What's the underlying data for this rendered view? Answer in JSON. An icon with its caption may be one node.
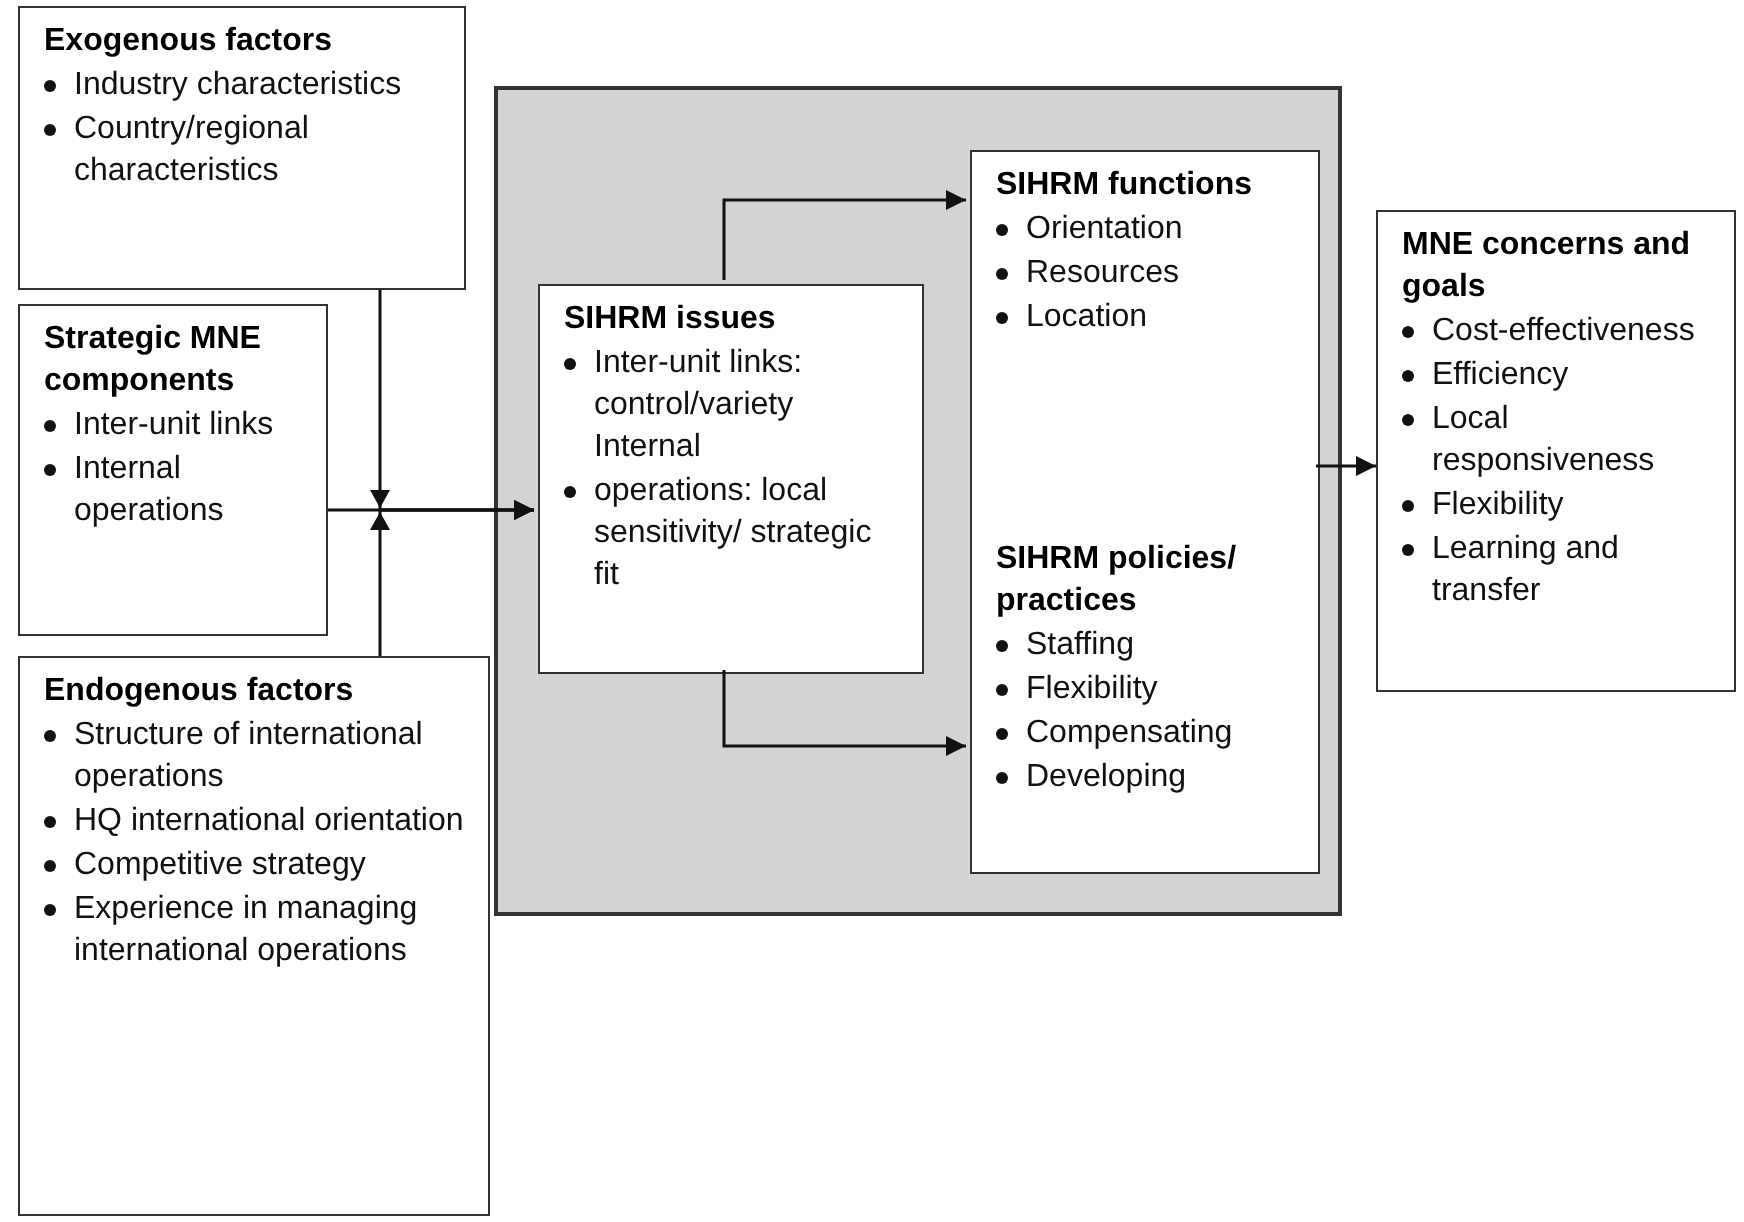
{
  "diagram": {
    "nodes": [
      {
        "text": [
          "Exogenous factors",
          "Industry characteristics",
          "Country/regional characteristics"
        ]
      },
      {
        "text": [
          "Strategic MNE components",
          "Inter-unit links",
          "Internal operations"
        ]
      },
      {
        "text": [
          "Endogenous factors",
          "Structure of international operations",
          "HQ international orientation",
          "Competitive strategy",
          "Experience in managing international operations"
        ]
      },
      {
        "text": [],
        "shape": "box"
      },
      {
        "text": [
          "SIHRM issues",
          "Inter-unit links: control/variety Internal",
          "operations: local sensitivity/ strategic fit"
        ],
        "in": 3
      },
      {
        "text": [
          "SIHRM functions",
          "Orientation",
          "Resources",
          "Location",
          "SIHRM policies/ practices",
          "Staffing",
          "Flexibility",
          "Compensating",
          "Developing"
        ],
        "in": 3
      },
      {
        "text": [
          "MNE concerns and goals",
          "Cost-effectiveness",
          "Efficiency",
          "Local responsiveness",
          "Flexibility",
          "Learning and transfer"
        ]
      }
    ],
    "edges": [
      {
        "from": 0,
        "to": 4,
        "arrow": "to"
      },
      {
        "from": 1,
        "to": 4,
        "arrow": "to"
      },
      {
        "from": 2,
        "to": 4,
        "arrow": "to"
      },
      {
        "from": 4,
        "to": 5,
        "arrow": "to"
      },
      {
        "from": 4,
        "to": 5,
        "arrow": "to"
      },
      {
        "from": 5,
        "to": 6,
        "arrow": "to"
      }
    ]
  }
}
